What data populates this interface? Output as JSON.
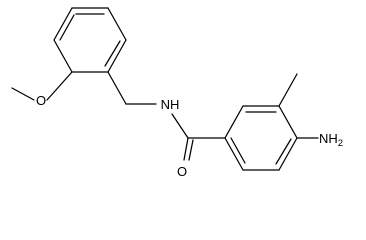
{
  "molecule": {
    "atoms": {
      "methoxy_o": {
        "text": "O"
      },
      "amide_nh": {
        "text": "NH"
      },
      "carbonyl_o": {
        "text": "O"
      },
      "amine_nh2": {
        "text": "NH",
        "subscript": "2"
      }
    }
  },
  "colors": {
    "bond": "#000000",
    "label": "#000000",
    "background": "#ffffff"
  }
}
